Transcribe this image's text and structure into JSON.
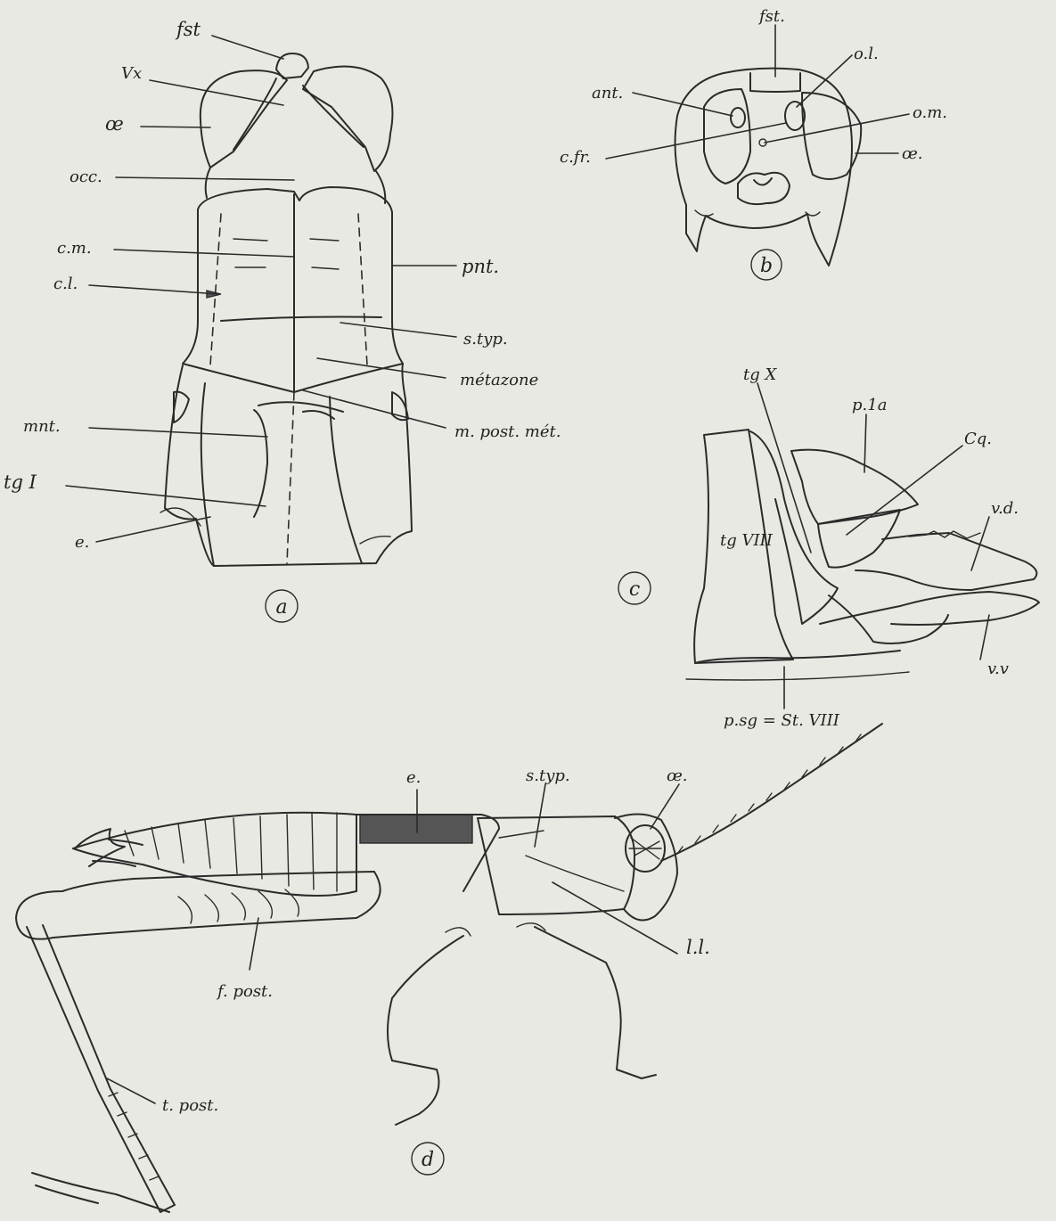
{
  "figure_a": {
    "panel_letter": "a",
    "labels": {
      "fst": "fst",
      "vx": "Vx",
      "oe": "œ",
      "occ": "occ.",
      "cm": "c.m.",
      "cl": "c.l.",
      "pnt": "pnt.",
      "styp": "s.typ.",
      "metazone": "métazone",
      "mpostmet": "m. post. mét.",
      "mnt": "mnt.",
      "tg1": "tg I",
      "e": "e."
    }
  },
  "figure_b": {
    "panel_letter": "b",
    "labels": {
      "fst": "fst.",
      "ol": "o.l.",
      "ant": "ant.",
      "om": "o.m.",
      "cfr": "c.fr.",
      "oe": "œ."
    }
  },
  "figure_c": {
    "panel_letter": "c",
    "labels": {
      "tgx": "tg X",
      "p1a": "p.1a",
      "cq": "Cq.",
      "vd": "v.d.",
      "tgviii": "tg VIII",
      "vv": "v.v",
      "psg": "p.sg = St. VIII"
    }
  },
  "figure_d": {
    "panel_letter": "d",
    "labels": {
      "e": "e.",
      "styp": "s.typ.",
      "oe": "œ.",
      "ll": "l.l.",
      "fpost": "f. post.",
      "tpost": "t. post."
    }
  }
}
